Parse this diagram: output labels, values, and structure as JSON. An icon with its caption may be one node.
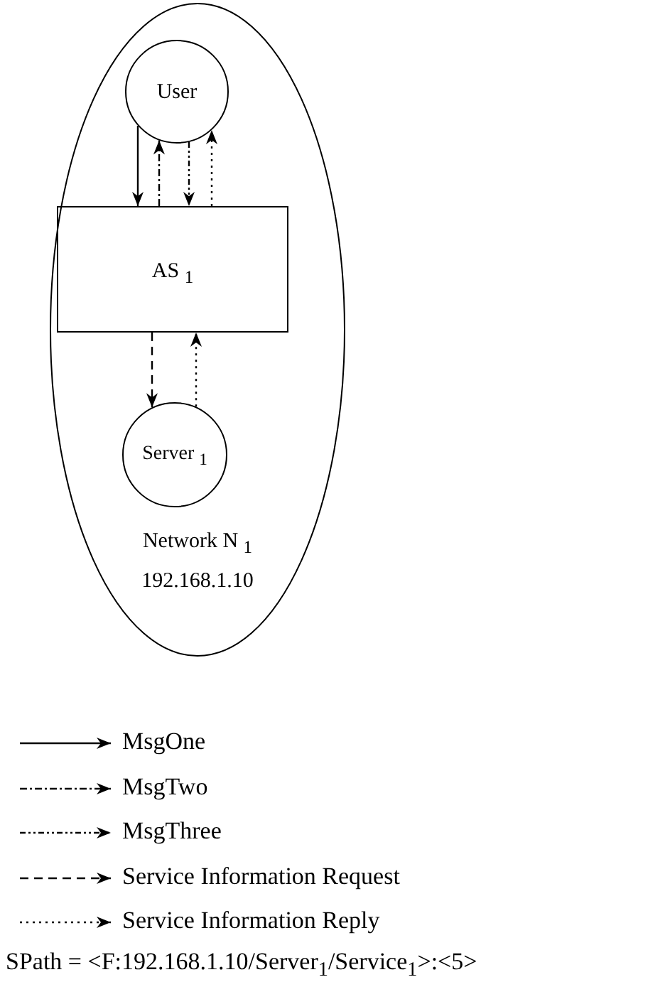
{
  "diagram": {
    "nodes": [
      {
        "text": [
          "Network N $_{1}$",
          "192.168.1.10"
        ]
      },
      {
        "text": [
          "User"
        ],
        "in": 0
      },
      {
        "text": [
          "AS $_{1}$"
        ],
        "in": 0
      },
      {
        "text": [
          "Server $_{1}$"
        ],
        "in": 0
      }
    ],
    "edges": [
      {
        "from": 1,
        "to": 2,
        "arrow": "to"
      },
      {
        "from": 2,
        "to": 1,
        "arrow": "to",
        "style": "dashed"
      },
      {
        "from": 1,
        "to": 2,
        "arrow": "to",
        "style": "dashed"
      },
      {
        "from": 2,
        "to": 1,
        "arrow": "to",
        "style": "dashed"
      },
      {
        "from": 2,
        "to": 3,
        "arrow": "to",
        "style": "dashed"
      },
      {
        "from": 3,
        "to": 2,
        "arrow": "to",
        "style": "dashed"
      }
    ],
    "labels": [
      "SPath = <F:192.168.1.10/Server$_{1}$/Service$_{1}$>:<5>"
    ],
    "legend": [
      {
        "text": "MsgOne"
      },
      {
        "text": "MsgTwo"
      },
      {
        "text": "MsgThree"
      },
      {
        "text": "Service Information Request"
      },
      {
        "text": "Service Information Reply"
      }
    ]
  }
}
